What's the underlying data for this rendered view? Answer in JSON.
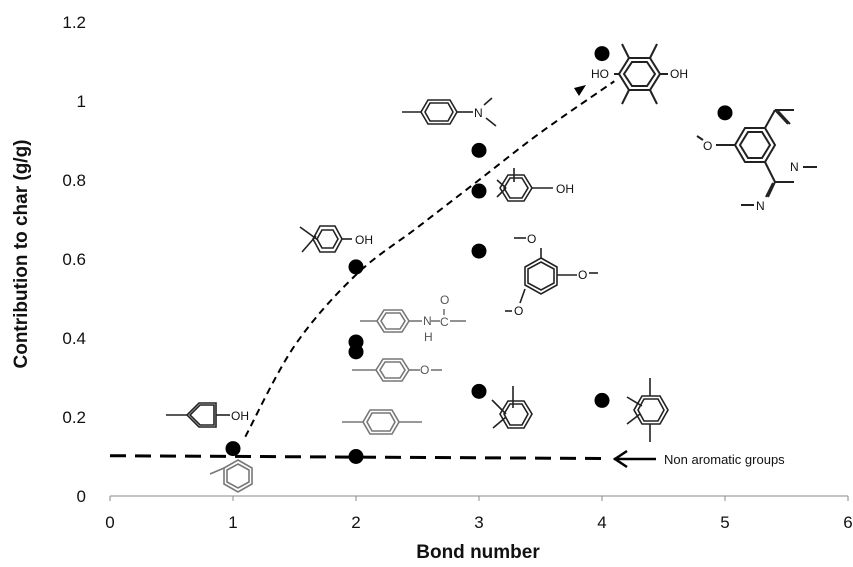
{
  "chart_data": {
    "type": "scatter",
    "xlabel": "Bond number",
    "ylabel": "Contribution to char (g/g)",
    "xlim": [
      0,
      6
    ],
    "ylim": [
      0,
      1.2
    ],
    "x_ticks": [
      "0",
      "1",
      "2",
      "3",
      "4",
      "5",
      "6"
    ],
    "y_ticks": [
      "0",
      "0.2",
      "0.4",
      "0.6",
      "0.8",
      "1",
      "1.2"
    ],
    "grid": false,
    "legend": "none",
    "points": [
      {
        "x": 1,
        "y": 0.12
      },
      {
        "x": 2,
        "y": 0.1
      },
      {
        "x": 2,
        "y": 0.365
      },
      {
        "x": 2,
        "y": 0.39
      },
      {
        "x": 2,
        "y": 0.58
      },
      {
        "x": 3,
        "y": 0.265
      },
      {
        "x": 3,
        "y": 0.62
      },
      {
        "x": 3,
        "y": 0.772
      },
      {
        "x": 3,
        "y": 0.875
      },
      {
        "x": 4,
        "y": 0.242
      },
      {
        "x": 4,
        "y": 1.12
      },
      {
        "x": 5,
        "y": 0.97
      }
    ],
    "baseline": {
      "x": [
        0,
        4
      ],
      "y": [
        0.102,
        0.095
      ]
    },
    "trend_curve": {
      "x": [
        1.1,
        1.5,
        2,
        2.5,
        3,
        3.5,
        4.1
      ],
      "y": [
        0.15,
        0.38,
        0.56,
        0.68,
        0.8,
        0.92,
        1.05
      ]
    },
    "annotations": [
      "Non aromatic groups"
    ],
    "structure_labels": [
      "OH",
      "N",
      "O",
      "C",
      "H",
      "HO"
    ]
  }
}
